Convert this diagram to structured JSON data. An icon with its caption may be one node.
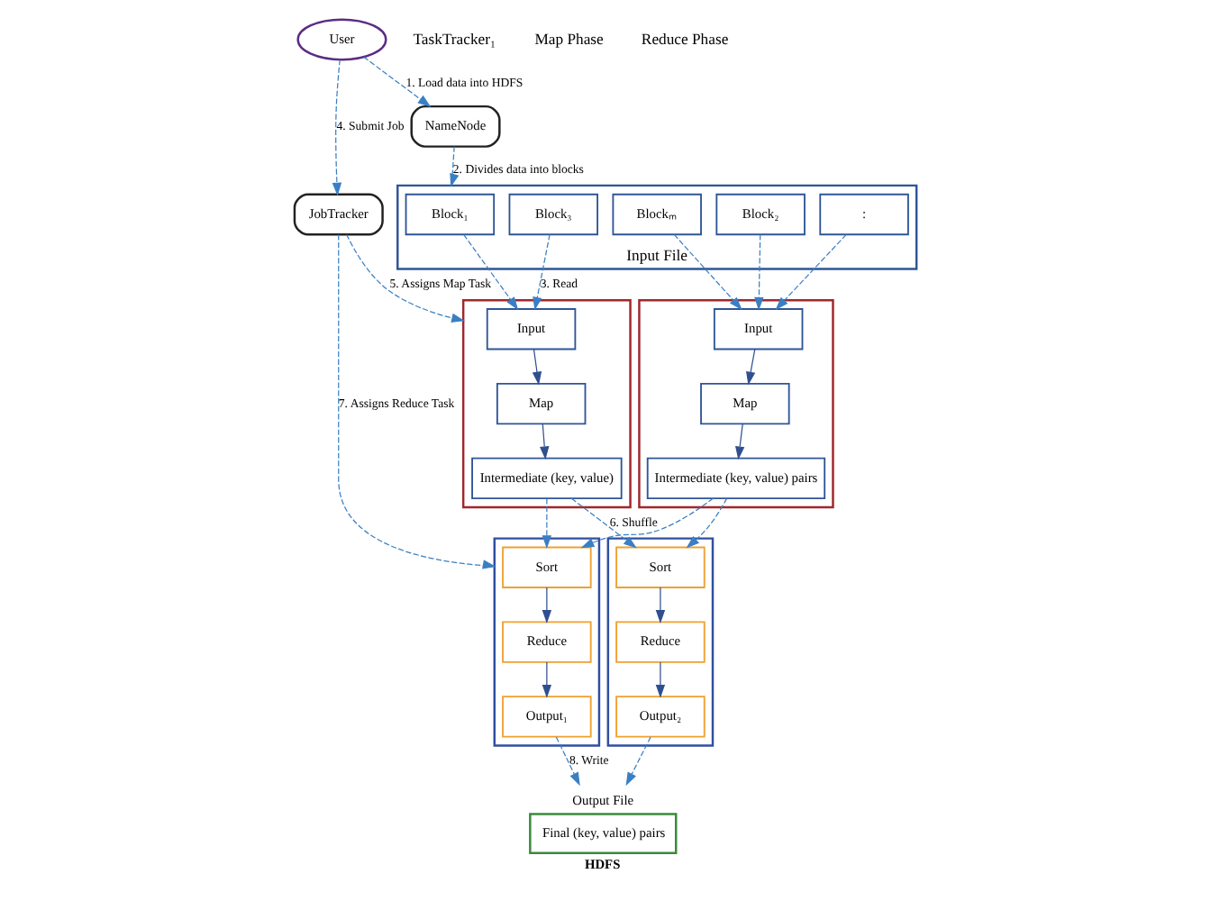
{
  "diagram": {
    "nodes": [
      {
        "text": [
          "User"
        ]
      },
      {
        "text": [
          "JobTracker"
        ]
      },
      {
        "text": [
          "NameNode"
        ]
      },
      {
        "text": [
          "Input File"
        ]
      },
      {
        "text": [
          "Block₁"
        ],
        "in": 3
      },
      {
        "text": [
          "Block₂"
        ],
        "in": 3
      },
      {
        "text": [
          "Block₃"
        ],
        "in": 3
      },
      {
        "text": [
          ":"
        ],
        "in": 3
      },
      {
        "text": [
          "Blockₘ"
        ],
        "in": 3
      },
      {
        "text": [],
        "shape": "box"
      },
      {
        "text": [
          "Input"
        ],
        "in": 9
      },
      {
        "text": [
          "Map"
        ],
        "in": 9
      },
      {
        "text": [
          "Intermediate (key, value)"
        ],
        "in": 9
      },
      {
        "text": [],
        "shape": "box"
      },
      {
        "text": [
          "Sort"
        ],
        "in": 13
      },
      {
        "text": [
          "Reduce"
        ],
        "in": 13
      },
      {
        "text": [
          "Output₁"
        ],
        "in": 13
      },
      {
        "text": [],
        "shape": "box"
      },
      {
        "text": [
          "Input"
        ],
        "in": 17
      },
      {
        "text": [
          "Map"
        ],
        "in": 17
      },
      {
        "text": [
          "Intermediate (key, value) pairs"
        ],
        "in": 17
      },
      {
        "text": [],
        "shape": "box"
      },
      {
        "text": [
          "Sort"
        ],
        "in": 21
      },
      {
        "text": [
          "Reduce"
        ],
        "in": 21
      },
      {
        "text": [
          "Output₂"
        ],
        "in": 21
      },
      {
        "text": [
          "Final (key, value) pairs"
        ],
        "beside": [
          "Output File",
          "HDFS"
        ]
      }
    ],
    "edges": [
      {
        "from": 0,
        "to": 1,
        "arrow": "to",
        "style": "dashed",
        "label": "4. Submit Job"
      },
      {
        "from": 0,
        "to": 2,
        "arrow": "to",
        "style": "dashed",
        "label": "1. Load data into HDFS"
      },
      {
        "from": 2,
        "to": 3,
        "arrow": "to",
        "style": "dashed",
        "label": "2. Divides data into blocks"
      },
      {
        "from": 1,
        "to": 9,
        "arrow": "to",
        "style": "dashed",
        "label": "5. Assigns Map Task"
      },
      {
        "from": 1,
        "to": 13,
        "arrow": "to",
        "style": "dashed",
        "label": "7. Assigns Reduce Task"
      },
      {
        "from": 4,
        "to": 10,
        "arrow": "to",
        "style": "dashed"
      },
      {
        "from": 6,
        "to": 10,
        "arrow": "to",
        "style": "dashed",
        "label": "3. Read"
      },
      {
        "from": 5,
        "to": 18,
        "arrow": "to",
        "style": "dashed"
      },
      {
        "from": 7,
        "to": 18,
        "arrow": "to",
        "style": "dashed"
      },
      {
        "from": 8,
        "to": 18,
        "arrow": "to",
        "style": "dashed"
      },
      {
        "from": 10,
        "to": 11,
        "arrow": "to"
      },
      {
        "from": 11,
        "to": 12,
        "arrow": "to"
      },
      {
        "from": 18,
        "to": 19,
        "arrow": "to"
      },
      {
        "from": 19,
        "to": 20,
        "arrow": "to"
      },
      {
        "from": 12,
        "to": 14,
        "arrow": "to",
        "style": "dashed"
      },
      {
        "from": 12,
        "to": 22,
        "arrow": "to",
        "style": "dashed",
        "label": "6. Shuffle"
      },
      {
        "from": 20,
        "to": 14,
        "arrow": "to",
        "style": "dashed"
      },
      {
        "from": 20,
        "to": 22,
        "arrow": "to",
        "style": "dashed"
      },
      {
        "from": 14,
        "to": 15,
        "arrow": "to"
      },
      {
        "from": 15,
        "to": 16,
        "arrow": "to"
      },
      {
        "from": 22,
        "to": 23,
        "arrow": "to"
      },
      {
        "from": 23,
        "to": 24,
        "arrow": "to"
      },
      {
        "from": 16,
        "to": 25,
        "arrow": "to",
        "style": "dashed",
        "label": "8. Write"
      },
      {
        "from": 24,
        "to": 25,
        "arrow": "to",
        "style": "dashed"
      }
    ],
    "labels": [
      "TaskTracker₁",
      "Map Phase",
      "Reduce Phase"
    ]
  }
}
